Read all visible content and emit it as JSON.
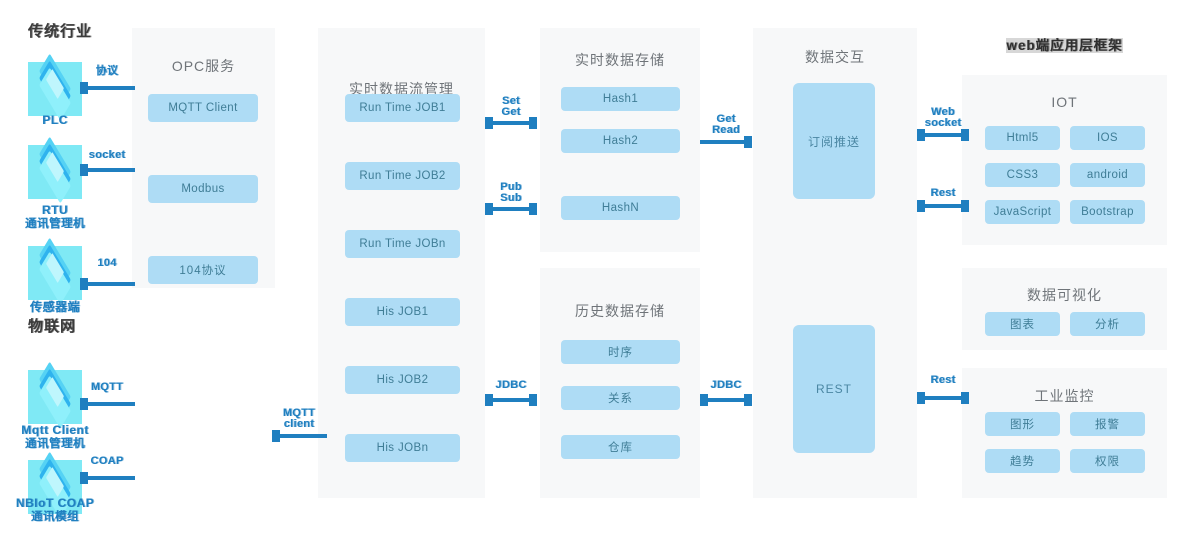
{
  "sections": {
    "traditional_heading": "传统行业",
    "iot_heading": "物联网",
    "web_heading": "web端应用层框架"
  },
  "devices": [
    {
      "name": "PLC",
      "sub": ""
    },
    {
      "name": "RTU",
      "sub": "通讯管理机"
    },
    {
      "name": "传感器端",
      "sub": ""
    },
    {
      "name": "Mqtt Client",
      "sub": "通讯管理机"
    },
    {
      "name": "NBIoT COAP",
      "sub": "通讯模组"
    }
  ],
  "panels": {
    "opc": {
      "title": "OPC服务",
      "items": [
        "MQTT Client",
        "Modbus",
        "104协议"
      ]
    },
    "stream": {
      "title": "实时数据流管理",
      "items": [
        "Run Time JOB1",
        "Run Time JOB2",
        "Run Time JOBn",
        "His JOB1",
        "His JOB2",
        "His JOBn"
      ]
    },
    "realtime_store": {
      "title": "实时数据存储",
      "items": [
        "Hash1",
        "Hash2",
        "HashN"
      ]
    },
    "history_store": {
      "title": "历史数据存储",
      "items": [
        "时序",
        "关系",
        "仓库"
      ]
    },
    "exchange": {
      "title": "数据交互",
      "items": [
        "订阅推送",
        "REST"
      ]
    },
    "iot": {
      "title": "IOT",
      "items": [
        "Html5",
        "IOS",
        "CSS3",
        "android",
        "JavaScript",
        "Bootstrap"
      ]
    },
    "visual": {
      "title": "数据可视化",
      "items": [
        "图表",
        "分析"
      ]
    },
    "monitor": {
      "title": "工业监控",
      "items": [
        "图形",
        "报警",
        "趋势",
        "权限"
      ]
    }
  },
  "connectors": [
    {
      "id": "plc-opc",
      "label": [
        "协议"
      ]
    },
    {
      "id": "rtu-opc",
      "label": [
        "socket"
      ]
    },
    {
      "id": "sensor-opc",
      "label": [
        "104"
      ]
    },
    {
      "id": "mqtt-opc",
      "label": [
        "MQTT"
      ]
    },
    {
      "id": "coap-opc",
      "label": [
        "COAP"
      ]
    },
    {
      "id": "opc-stream",
      "label": [
        "MQTT",
        "client"
      ]
    },
    {
      "id": "stream-hash",
      "label": [
        "Set",
        "Get"
      ]
    },
    {
      "id": "stream-pubsub",
      "label": [
        "Pub",
        "Sub"
      ]
    },
    {
      "id": "stream-jdbc",
      "label": [
        "JDBC"
      ]
    },
    {
      "id": "hash-exchange",
      "label": [
        "Get",
        "Read"
      ]
    },
    {
      "id": "history-jdbc",
      "label": [
        "JDBC"
      ]
    },
    {
      "id": "exchange-web",
      "label": [
        "Web",
        "socket"
      ]
    },
    {
      "id": "exchange-rest",
      "label": [
        "Rest"
      ]
    },
    {
      "id": "rest-monitor",
      "label": [
        "Rest"
      ]
    }
  ],
  "colors": {
    "panel_bg": "#f7f8f9",
    "chip_bg": "#aedcf5",
    "accent": "#1f7fc0",
    "device_bg": "#7fe9f5",
    "title_text": "#6f7479"
  }
}
